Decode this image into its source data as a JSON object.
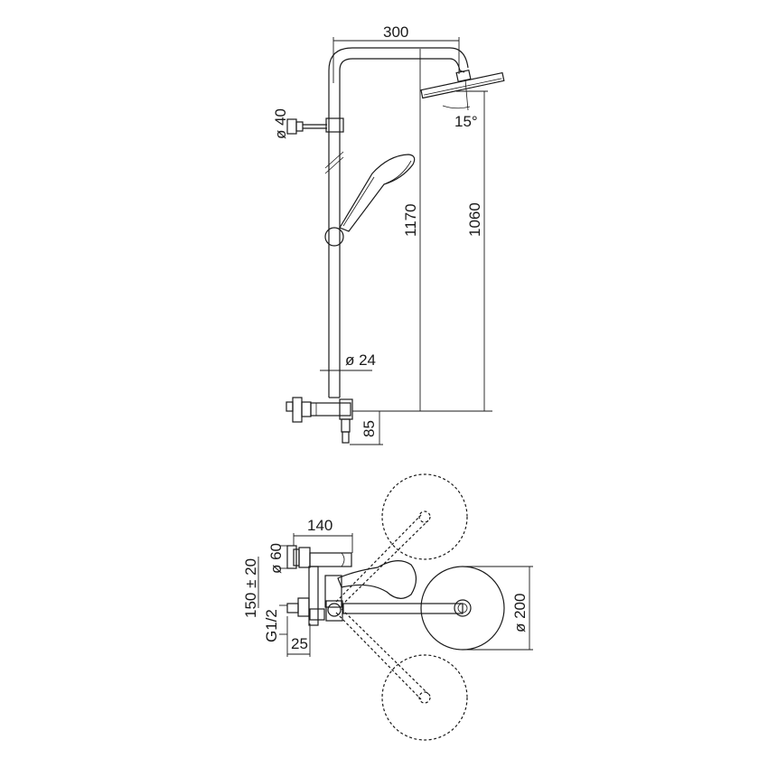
{
  "front_view": {
    "dimensions": {
      "arm_length": "300",
      "head_tilt": "15°",
      "bracket_diameter": "ø 40",
      "total_height": "1170",
      "head_height": "1060",
      "riser_diameter": "ø 24",
      "outlet_height": "85"
    }
  },
  "top_view": {
    "dimensions": {
      "mixer_depth": "140",
      "knob_diameter": "ø 60",
      "inlet_spacing": "150 ± 20",
      "connection": "G1/2",
      "connection_length": "25",
      "head_diameter": "ø 200"
    }
  }
}
